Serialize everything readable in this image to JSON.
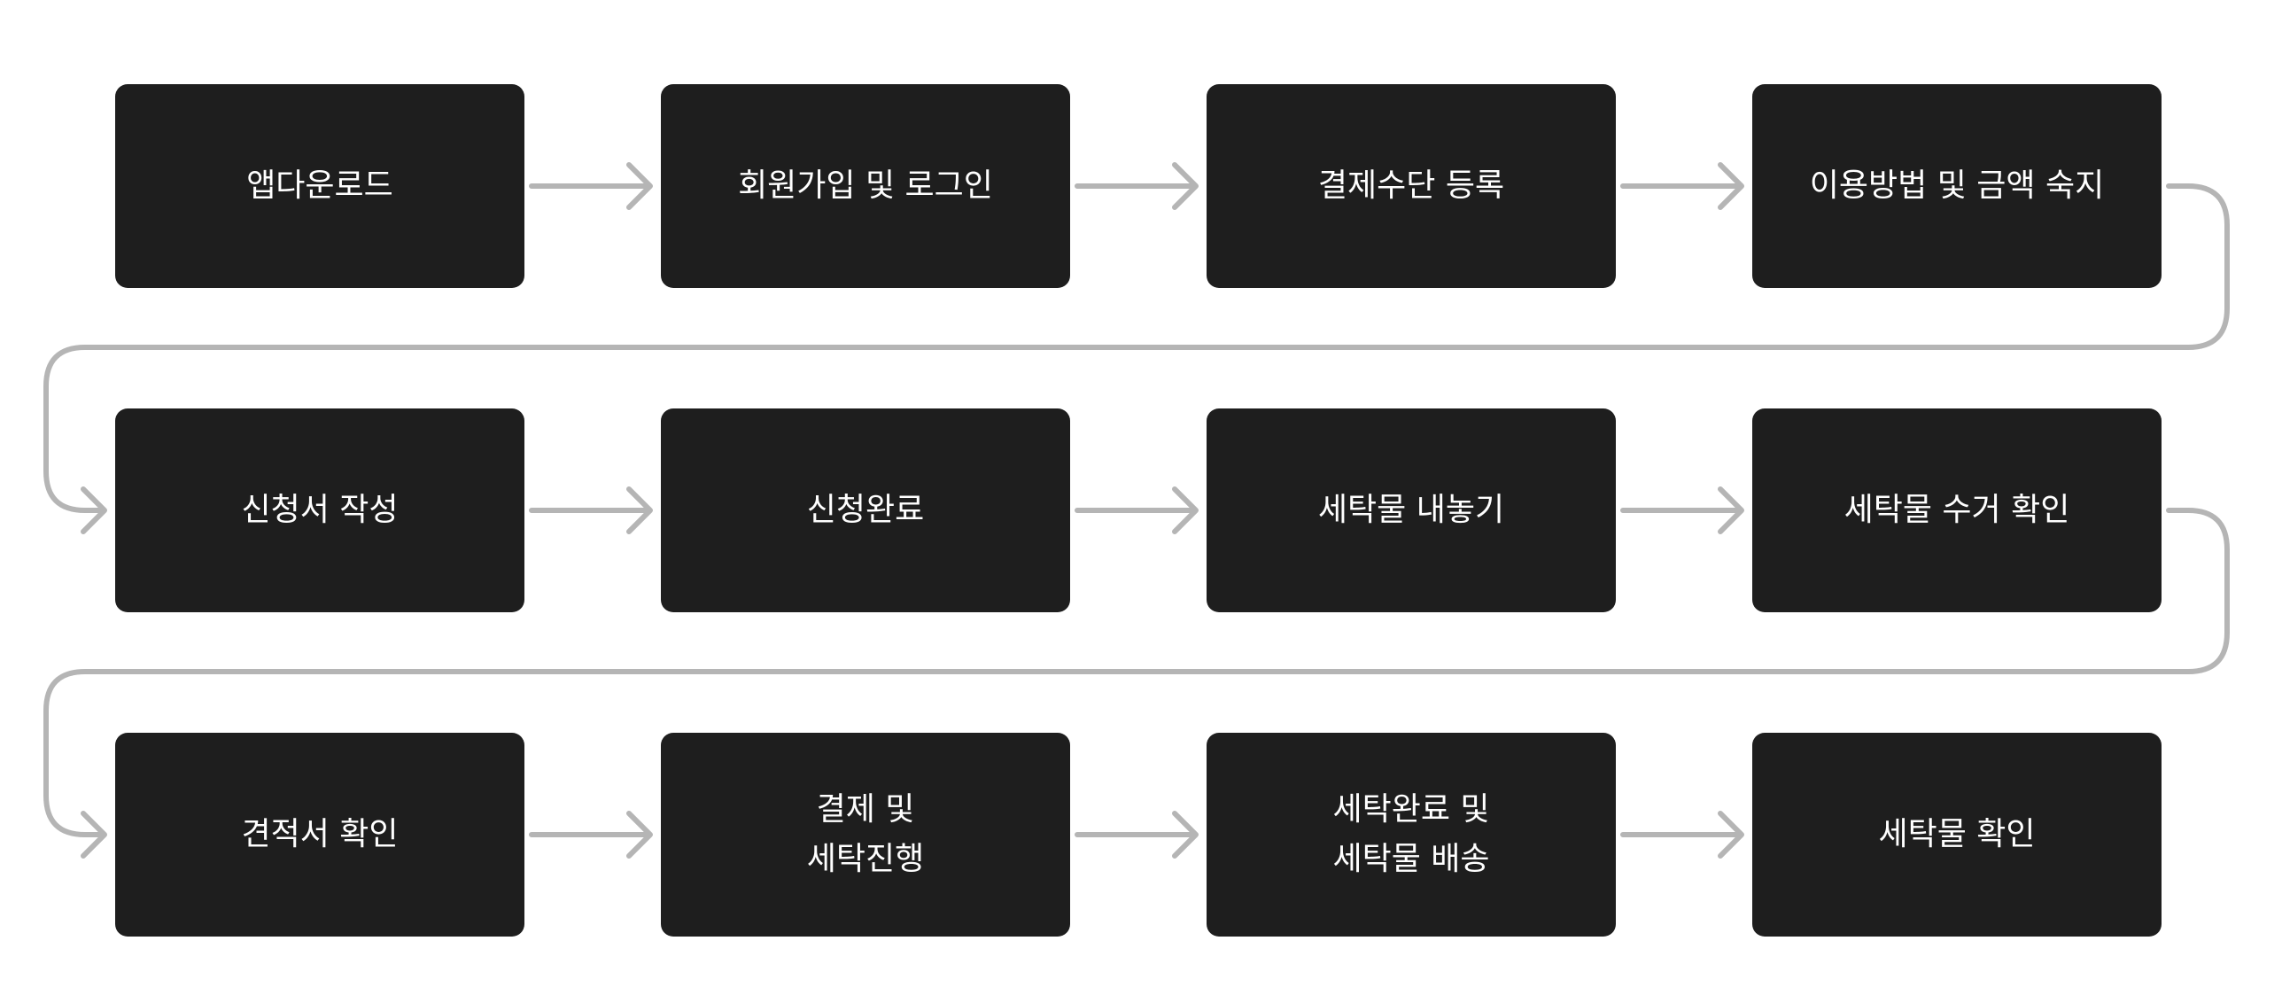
{
  "steps": [
    {
      "lines": [
        "앱다운로드"
      ]
    },
    {
      "lines": [
        "회원가입 및 로그인"
      ]
    },
    {
      "lines": [
        "결제수단 등록"
      ]
    },
    {
      "lines": [
        "이용방법 및 금액 숙지"
      ]
    },
    {
      "lines": [
        "신청서 작성"
      ]
    },
    {
      "lines": [
        "신청완료"
      ]
    },
    {
      "lines": [
        "세탁물 내놓기"
      ]
    },
    {
      "lines": [
        "세탁물 수거 확인"
      ]
    },
    {
      "lines": [
        "견적서 확인"
      ]
    },
    {
      "lines": [
        "결제 및",
        "세탁진행"
      ]
    },
    {
      "lines": [
        "세탁완료 및",
        "세탁물 배송"
      ]
    },
    {
      "lines": [
        "세탁물 확인"
      ]
    }
  ],
  "colors": {
    "box_fill": "#1e1e1e",
    "text": "#ffffff",
    "connector": "#b5b5b5"
  }
}
